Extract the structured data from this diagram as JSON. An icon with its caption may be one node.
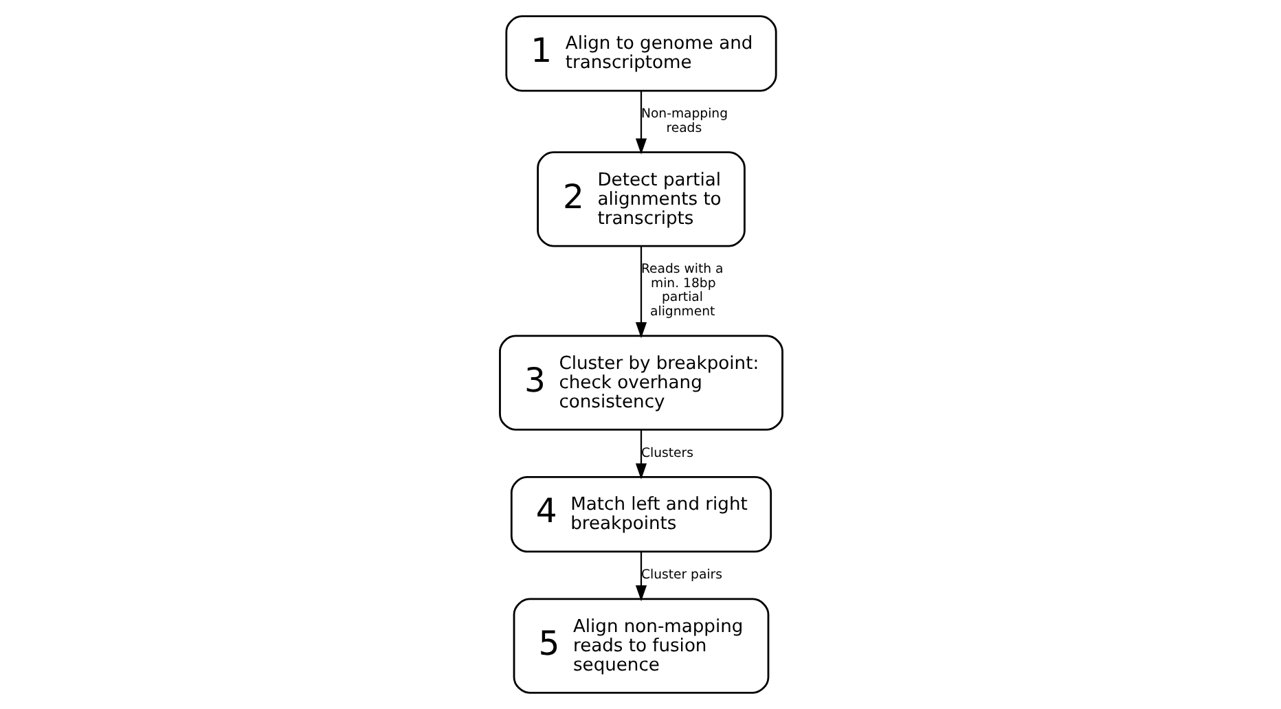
{
  "diagram": {
    "nodes": [
      {
        "text": [
          "1",
          "Align to genome and transcriptome"
        ]
      },
      {
        "text": [
          "2",
          "Detect partial alignments to transcripts"
        ]
      },
      {
        "text": [
          "3",
          "Cluster by breakpoint: check overhang consistency"
        ]
      },
      {
        "text": [
          "4",
          "Match left and right breakpoints"
        ]
      },
      {
        "text": [
          "5",
          "Align non-mapping reads to fusion sequence"
        ]
      }
    ],
    "edges": [
      {
        "from": 0,
        "to": 1,
        "arrow": "to",
        "label": "Non-mapping reads"
      },
      {
        "from": 1,
        "to": 2,
        "arrow": "to",
        "label": "Reads with a min. 18bp partial alignment"
      },
      {
        "from": 2,
        "to": 3,
        "arrow": "to",
        "label": "Clusters"
      },
      {
        "from": 3,
        "to": 4,
        "arrow": "to",
        "label": "Cluster pairs"
      }
    ]
  }
}
